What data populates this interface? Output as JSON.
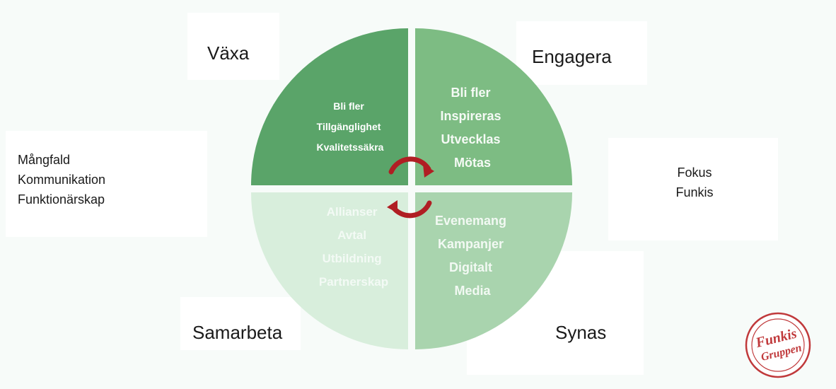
{
  "quadrants": {
    "vaxa": {
      "title": "Växa",
      "items": [
        "Bli fler",
        "Tillgänglighet",
        "Kvalitetssäkra"
      ],
      "color": "#5aa469"
    },
    "engagera": {
      "title": "Engagera",
      "items": [
        "Bli fler",
        "Inspireras",
        "Utvecklas",
        "Mötas"
      ],
      "color": "#7dbc83"
    },
    "samarbeta": {
      "title": "Samarbeta",
      "items": [
        "Allianser",
        "Avtal",
        "Utbildning",
        "Partnerskap"
      ],
      "color": "#d8eedc"
    },
    "synas": {
      "title": "Synas",
      "items": [
        "Evenemang",
        "Kampanjer",
        "Digitalt",
        "Media"
      ],
      "color": "#a9d4ae"
    }
  },
  "side_left": {
    "items": [
      "Mångfald",
      "Kommunikation",
      "Funktionärskap"
    ]
  },
  "side_right": {
    "items": [
      "Fokus",
      "Funkis"
    ]
  },
  "logo": {
    "text_line1": "Funkis",
    "text_line2": "Gruppen",
    "color": "#c0393b"
  },
  "cycle_color": "#b01e23"
}
